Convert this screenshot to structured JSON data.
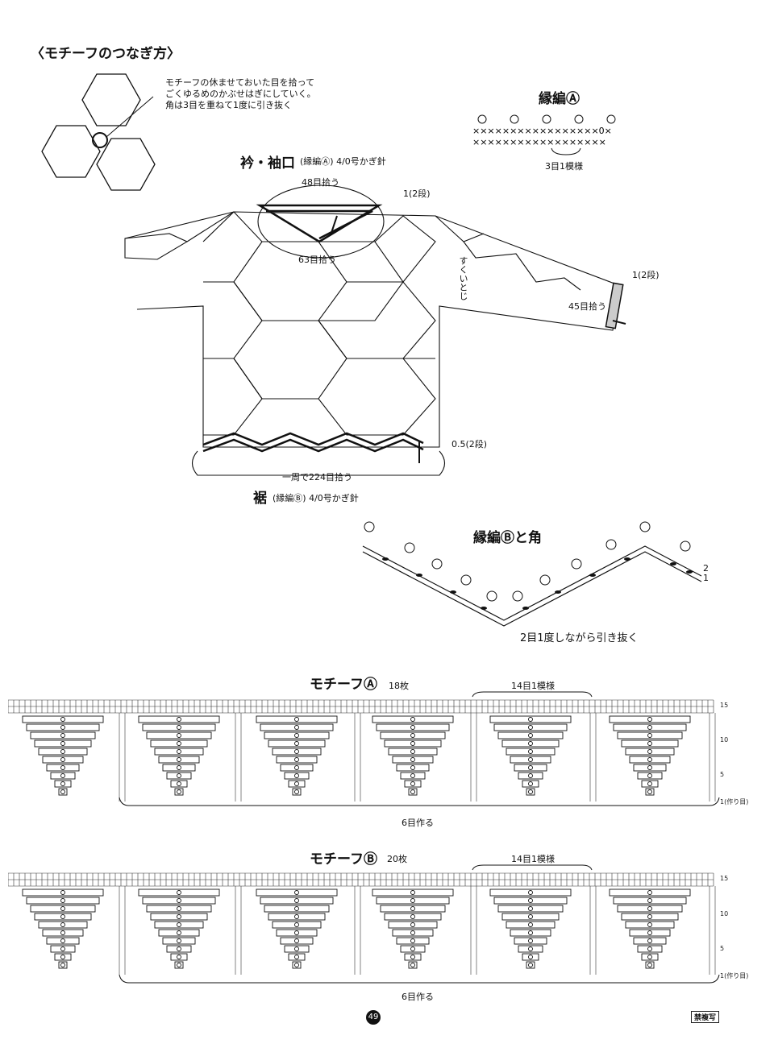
{
  "joining": {
    "title": "〈モチーフのつなぎ方〉",
    "note_lines": [
      "モチーフの休ませておいた目を拾って",
      "ごくゆるめのかぶせはぎにしていく。",
      "角は3目を重ねて1度に引き抜く"
    ]
  },
  "edge_a": {
    "title": "縁編Ⓐ",
    "repeat_label": "3目1模様"
  },
  "sweater": {
    "neck_title": "衿・袖口",
    "neck_spec": "(縁編Ⓐ) 4/0号かぎ針",
    "neck_pick_top": "48目拾う",
    "neck_pick_bottom": "63目拾う",
    "neck_rows": "1(2段)",
    "side_join": "すくいとじ",
    "cuff_rows": "1(2段)",
    "cuff_pick": "45目拾う",
    "hem_rows": "0.5(2段)",
    "hem_pick": "一周で224目拾う",
    "hem_title": "裾",
    "hem_spec": "(縁編Ⓑ) 4/0号かぎ針"
  },
  "edge_b": {
    "title": "縁編Ⓑと角",
    "note": "2目1度しながら引き抜く",
    "row_marks": [
      "2",
      "1"
    ]
  },
  "motif_a": {
    "title": "モチーフⒶ",
    "count": "18枚",
    "repeat_label": "14目1模様",
    "foundation": "6目作る",
    "row_numbers": [
      "15",
      "10",
      "5",
      "1(作り目)"
    ]
  },
  "motif_b": {
    "title": "モチーフⒷ",
    "count": "20枚",
    "repeat_label": "14目1模様",
    "foundation": "6目作る",
    "row_numbers": [
      "15",
      "10",
      "5",
      "1(作り目)"
    ]
  },
  "footer": {
    "page_number": "49",
    "copy_notice": "禁複写"
  }
}
